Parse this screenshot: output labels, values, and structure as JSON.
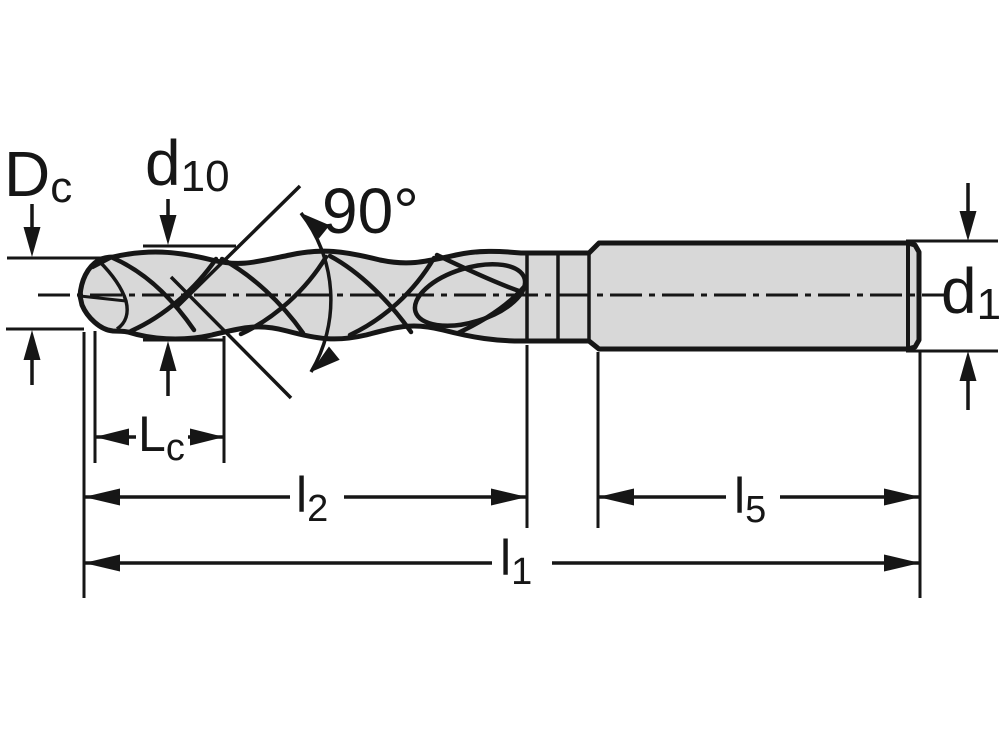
{
  "diagram": {
    "name": "drill-dimension-diagram",
    "description": "Technical drawing of a twist drill with dimension callouts",
    "labels": {
      "cutting_diameter": {
        "main": "D",
        "sub": "c"
      },
      "body_diameter": {
        "main": "d",
        "sub": "10"
      },
      "point_angle": "90°",
      "shank_diameter": {
        "main": "d",
        "sub": "1"
      },
      "step_length": {
        "main": "L",
        "sub": "c"
      },
      "flute_length": {
        "main": "l",
        "sub": "2"
      },
      "shank_length": {
        "main": "l",
        "sub": "5"
      },
      "overall_length": {
        "main": "l",
        "sub": "1"
      }
    },
    "colors": {
      "line": "#161616",
      "tool_fill": "#d8d8d8",
      "background": "#ffffff"
    }
  }
}
